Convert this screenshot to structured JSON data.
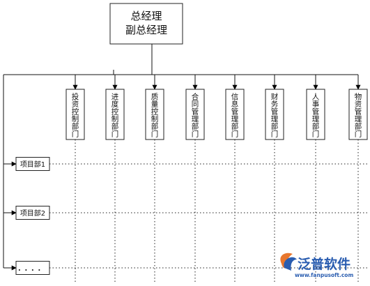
{
  "top_box": {
    "line1": "总经理",
    "line2": "副总经理"
  },
  "departments": [
    {
      "label": "投资控制部门"
    },
    {
      "label": "进度控制部门"
    },
    {
      "label": "质量控制部门"
    },
    {
      "label": "合同管理部门"
    },
    {
      "label": "信息管理部门"
    },
    {
      "label": "财务管理部门"
    },
    {
      "label": "人事管理部门"
    },
    {
      "label": "物资管理部门"
    }
  ],
  "projects": [
    {
      "label": "项目部1"
    },
    {
      "label": "项目部2"
    },
    {
      "label": "．．．．"
    }
  ],
  "logo": {
    "name": "泛普软件",
    "url": "www.fanpusoft.com",
    "icon": "fanpu-logo-icon",
    "colors": {
      "primary": "#2a5db0",
      "accent": "#e8772e"
    }
  }
}
